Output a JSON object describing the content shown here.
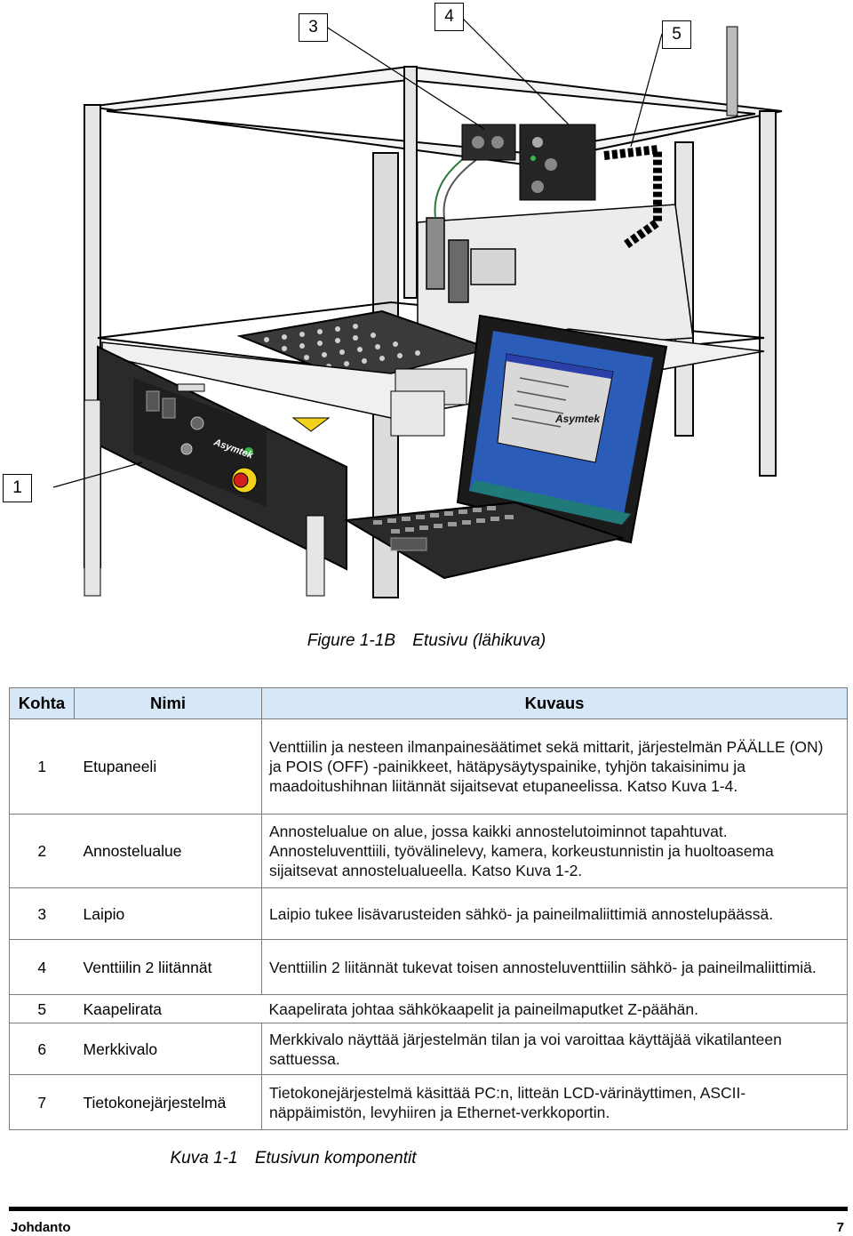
{
  "figure": {
    "callouts": [
      "3",
      "4",
      "5",
      "1"
    ],
    "logo": "Asymtek",
    "caption_label": "Figure 1-1B",
    "caption_text": "Etusivu (lähikuva)"
  },
  "table": {
    "headers": [
      "Kohta",
      "Nimi",
      "Kuvaus"
    ],
    "rows": [
      {
        "num": "1",
        "name": "Etupaneeli",
        "desc": "Venttiilin ja nesteen ilmanpainesäätimet sekä mittarit, järjestelmän PÄÄLLE (ON) ja POIS (OFF) -painikkeet, hätäpysäytyspainike, tyhjön takaisinimu ja maadoitushihnan liitännät sijaitsevat etupaneelissa. Katso Kuva 1-4."
      },
      {
        "num": "2",
        "name": "Annostelualue",
        "desc": "Annostelualue on alue, jossa kaikki annostelutoiminnot tapahtuvat. Annosteluventtiili, työvälinelevy, kamera, korkeustunnistin ja huoltoasema sijaitsevat annostelualueella. Katso Kuva 1-2."
      },
      {
        "num": "3",
        "name": "Laipio",
        "desc": "Laipio tukee lisävarusteiden sähkö- ja paineilmaliittimiä annostelupäässä."
      },
      {
        "num": "4",
        "name": "Venttiilin 2 liitännät",
        "desc": "Venttiilin 2 liitännät tukevat toisen annosteluventtiilin sähkö- ja paineilmaliittimiä."
      },
      {
        "num": "5",
        "name": "Kaapelirata",
        "desc": "Kaapelirata johtaa sähkökaapelit ja paineilmaputket Z-päähän."
      },
      {
        "num": "6",
        "name": "Merkkivalo",
        "desc": "Merkkivalo näyttää järjestelmän tilan ja voi varoittaa käyttäjää vikatilanteen sattuessa."
      },
      {
        "num": "7",
        "name": "Tietokonejärjestelmä",
        "desc": "Tietokonejärjestelmä käsittää PC:n, litteän LCD-värinäyttimen, ASCII-näppäimistön, levyhiiren ja Ethernet-verkkoportin."
      }
    ],
    "caption_label": "Kuva 1-1",
    "caption_text": "Etusivun komponentit"
  },
  "footer": {
    "left": "Johdanto",
    "right": "7"
  },
  "colors": {
    "header_bg": "#d6e8f7",
    "screen_blue": "#2b5db8",
    "screen_green": "#1f7a78",
    "estop_red": "#d22020",
    "estop_yellow": "#f2d21a"
  }
}
